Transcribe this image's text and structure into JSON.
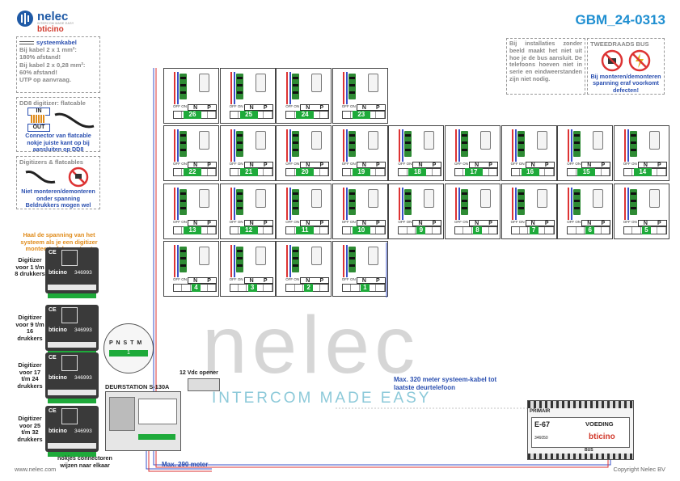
{
  "header": {
    "logo_name": "nelec",
    "logo_tagline": "INTERCOM MADE EASY",
    "logo_brand": "bticino",
    "document_code": "GBM_24-0313"
  },
  "notes": {
    "cable": [
      "systeemkabel",
      "Bij kabel 2 x 1 mm²:",
      "180% afstand!",
      "Bij kabel 2 x 0,28 mm²:",
      "60% afstand!",
      "UTP op aanvraag."
    ],
    "dd8": {
      "title": "DD8 digitizer: flatcable",
      "in_label": "IN",
      "out_label": "OUT",
      "text": "Connector van flatcable nokje juiste kant op bij aansluiten op DD8"
    },
    "digitizers_flat": {
      "title": "Digitizers & flatcables",
      "text": "Niet monteren/demonteren onder spanning Beldrukkers mogen wel"
    },
    "installation": "Bij installaties zonder beeld maakt het niet uit hoe je de bus aansluit. De telefoons hoeven niet in serie en eindweerstanden zijn niet nodig.",
    "twowire": {
      "title": "TWEEDRAADS BUS",
      "text": "Bij monteren/demonteren spanning eraf voorkomt defecten!"
    },
    "power_warning": "Haal de spanning van het systeem als je een digitizer monteert of demonteert",
    "connectors": "nokjes connectoren wijzen naar elkaar",
    "max320": "Max. 320 meter systeem-kabel tot laatste deurtelefoon",
    "max290": "Max. 290 meter",
    "opener": "12 Vdc opener",
    "doorstation": "DEURSTATION S-130A",
    "footer_left": "www.nelec.com",
    "footer_right": "Copyright Nelec BV",
    "watermark": "nelec",
    "watermark_tag": "INTERCOM MADE EASY"
  },
  "digitizers": [
    {
      "label": "Digitizer voor 1 t/m 8 drukkers",
      "code": "346993"
    },
    {
      "label": "Digitizer voor 9 t/m 16 drukkers",
      "code": "346993"
    },
    {
      "label": "Digitizer voor 17 t/m 24 drukkers",
      "code": "346993"
    },
    {
      "label": "Digitizer voor 25 t/m 32 drukkers",
      "code": "346993"
    }
  ],
  "door_terminals": "P N S T M",
  "door_terminal_num": "1",
  "power_supply": {
    "title": "PRIMAIR",
    "model": "E-67",
    "name": "VOEDING",
    "code": "346050",
    "brand": "bticino",
    "out": "BUS"
  },
  "phone_labels": {
    "offon": "OFF ON",
    "n": "N",
    "p": "P"
  },
  "phone_rows": [
    [
      "26",
      "25",
      "24",
      "23"
    ],
    [
      "22",
      "21",
      "20",
      "19",
      "18",
      "17",
      "16",
      "15",
      "14"
    ],
    [
      "13",
      "12",
      "11",
      "10",
      "9",
      "8",
      "7",
      "6",
      "5"
    ],
    [
      "4",
      "3",
      "2",
      "1"
    ]
  ]
}
